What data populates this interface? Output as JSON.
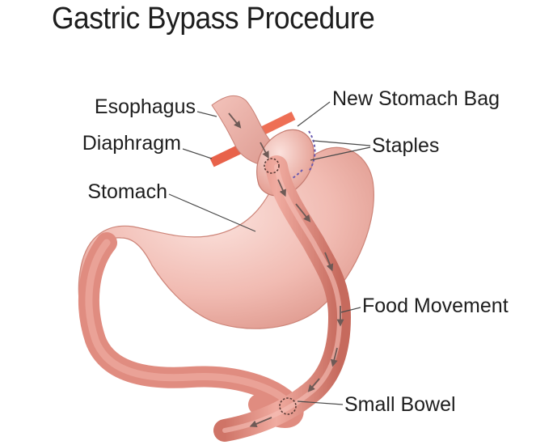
{
  "title": "Gastric Bypass Procedure",
  "labels": {
    "esophagus": "Esophagus",
    "diaphragm": "Diaphragm",
    "stomach": "Stomach",
    "new_stomach_bag": "New Stomach Bag",
    "staples": "Staples",
    "food_movement": "Food Movement",
    "small_bowel": "Small Bowel"
  },
  "colors": {
    "tissue_light": "#f6d0ca",
    "tissue_mid": "#eaa69c",
    "tissue_dark": "#c97468",
    "intestine": "#e48d80",
    "diaphragm": "#e8624a",
    "staples": "#6a5bb0",
    "arrows": "#6e5a56",
    "leader_lines": "#4a4a4a"
  }
}
